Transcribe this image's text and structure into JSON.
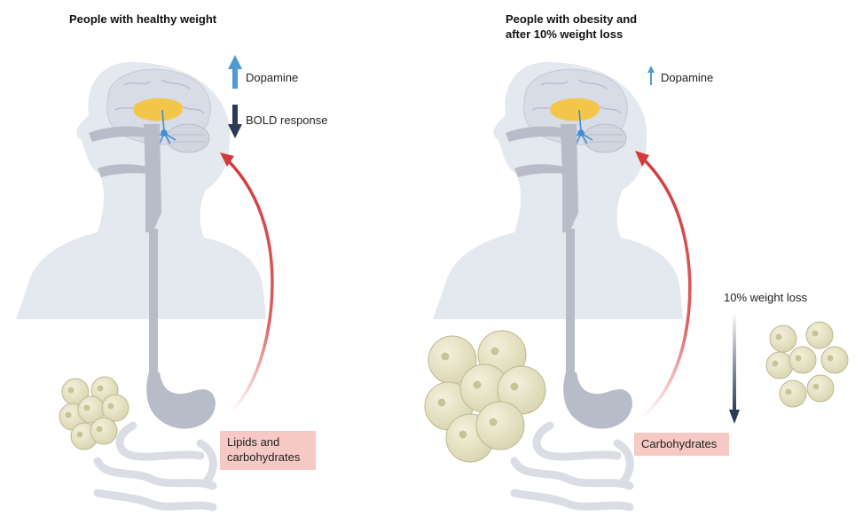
{
  "left_panel": {
    "title": "People with healthy weight",
    "dopamine_label": "Dopamine",
    "bold_label": "BOLD response",
    "food_label_line1": "Lipids and",
    "food_label_line2": "carbohydrates"
  },
  "right_panel": {
    "title_line1": "People with obesity and",
    "title_line2": "after 10% weight loss",
    "dopamine_label": "Dopamine",
    "weight_loss_label": "10% weight loss",
    "food_label": "Carbohydrates"
  },
  "colors": {
    "body": "#e4e8ef",
    "brain": "#d7dce6",
    "tract": "#b7bcc8",
    "striatum": "#f3c64a",
    "neuron": "#3b8fd3",
    "dopamine_arrow": "#4d9bd6",
    "bold_arrow": "#2c3a55",
    "gut_brain_arrow": "#d33a3a",
    "fat_cell": "#e6e3c4",
    "fat_cell_edge": "#bdb993",
    "food_box": "#f6c9c5"
  },
  "icons": [
    "up-arrow-icon",
    "down-arrow-icon",
    "curved-arrow-icon",
    "fat-cell-icon",
    "neuron-icon"
  ]
}
